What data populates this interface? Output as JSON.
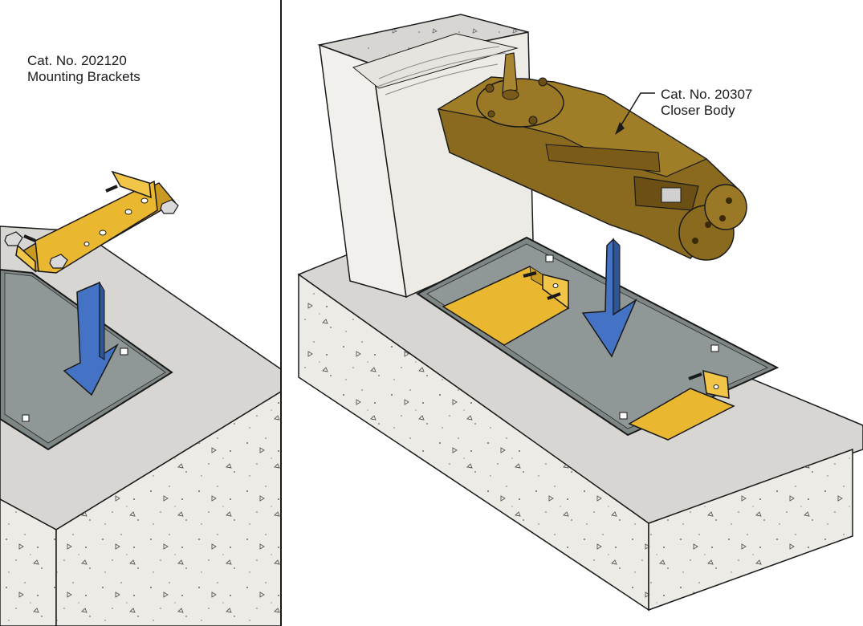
{
  "callouts": {
    "mounting_brackets": {
      "cat_no": "Cat. No. 202120",
      "name": "Mounting Brackets"
    },
    "closer_body": {
      "cat_no": "Cat. No. 20307",
      "name": "Closer Body"
    }
  },
  "colors": {
    "concrete_top": "#d8d6d3",
    "concrete_side": "#ecebe6",
    "recess": "#7d8685",
    "bracket": "#e9b730",
    "closer_body": "#8a6a1f",
    "arrow": "#4472c4",
    "wall": "#ecebe6"
  },
  "icons": {
    "down_arrow_left": "arrow-down-icon",
    "down_arrow_right": "arrow-down-icon"
  }
}
